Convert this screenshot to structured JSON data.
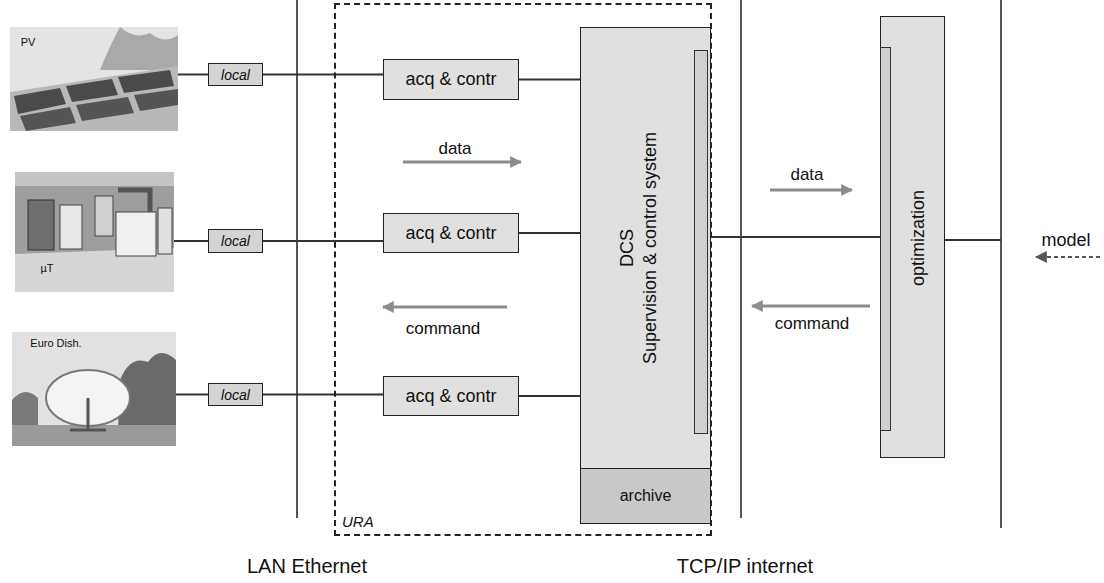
{
  "diagram": {
    "nodes": [
      {
        "text": [
          "local"
        ]
      },
      {
        "text": [
          "local"
        ]
      },
      {
        "text": [
          "local"
        ]
      },
      {
        "text": [
          "URA"
        ]
      },
      {
        "text": [
          "acq & contr"
        ],
        "in": 3
      },
      {
        "text": [
          "acq & contr"
        ],
        "in": 3
      },
      {
        "text": [
          "acq & contr"
        ],
        "in": 3
      },
      {
        "text": [
          "DCS",
          "Supervision & control system"
        ],
        "in": 3
      },
      {
        "text": [
          "archive"
        ],
        "in": 7
      },
      {
        "text": [
          "optimization"
        ]
      }
    ],
    "edges": [
      {
        "from": 0,
        "to": 4,
        "arrow": "none"
      },
      {
        "from": 1,
        "to": 5,
        "arrow": "none"
      },
      {
        "from": 2,
        "to": 6,
        "arrow": "none"
      },
      {
        "from": 4,
        "to": 7,
        "arrow": "none"
      },
      {
        "from": 5,
        "to": 7,
        "arrow": "none"
      },
      {
        "from": 6,
        "to": 7,
        "arrow": "none"
      },
      {
        "from": 7,
        "to": 9,
        "arrow": "none"
      }
    ],
    "labels": [
      "PV",
      "µT",
      "Euro Dish.",
      "data",
      "command",
      "data",
      "command",
      "model",
      "LAN Ethernet",
      "TCP/IP internet"
    ]
  }
}
